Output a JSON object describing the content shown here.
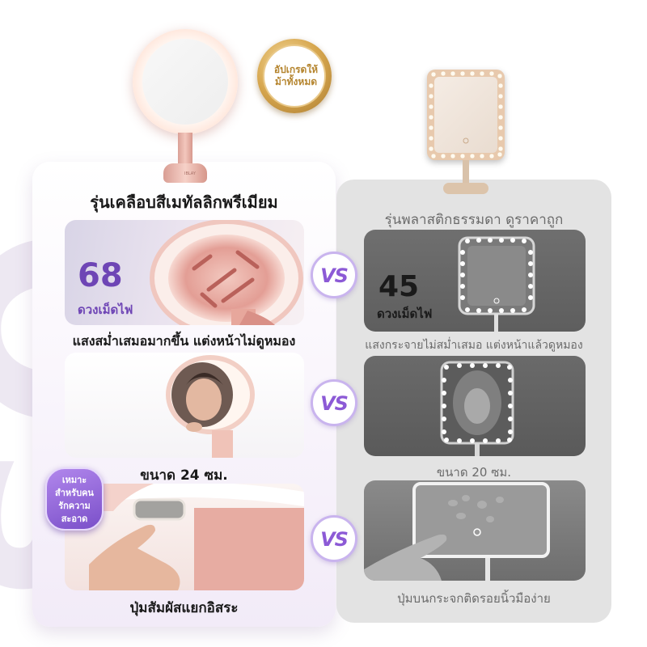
{
  "badge": {
    "line1": "อัปเกรดให้",
    "line2": "ม้าทั้งหมด"
  },
  "left": {
    "heading": "รุ่นเคลือบสีเมทัลลิกพรีเมียม",
    "stat": {
      "value": "68",
      "label": "ดวงเม็ดไฟ"
    },
    "captions": [
      "แสงสม่ำเสมอมากขึ้น แต่งหน้าไม่ดูหมอง",
      "ขนาด 24 ซม.",
      "ปุ่มสัมผัสแยกอิสระ"
    ],
    "clean_badge": [
      "เหมาะ",
      "สำหรับคน",
      "รักความ",
      "สะอาด"
    ],
    "mirror_logo": "IBLAY"
  },
  "right": {
    "heading": "รุ่นพลาสติกธรรมดา ดูราคาถูก",
    "stat": {
      "value": "45",
      "label": "ดวงเม็ดไฟ"
    },
    "captions": [
      "แสงกระจายไม่สม่ำเสมอ แต่งหน้าแล้วดูหมอง",
      "ขนาด 20 ซม.",
      "ปุ่มบนกระจกติดรอยนิ้วมือง่าย"
    ]
  },
  "vs_label": "VS",
  "watermark": "SO",
  "colors": {
    "accent": "#6e45b5",
    "vs": "#8c5ad6",
    "gold": "#b5852f"
  }
}
